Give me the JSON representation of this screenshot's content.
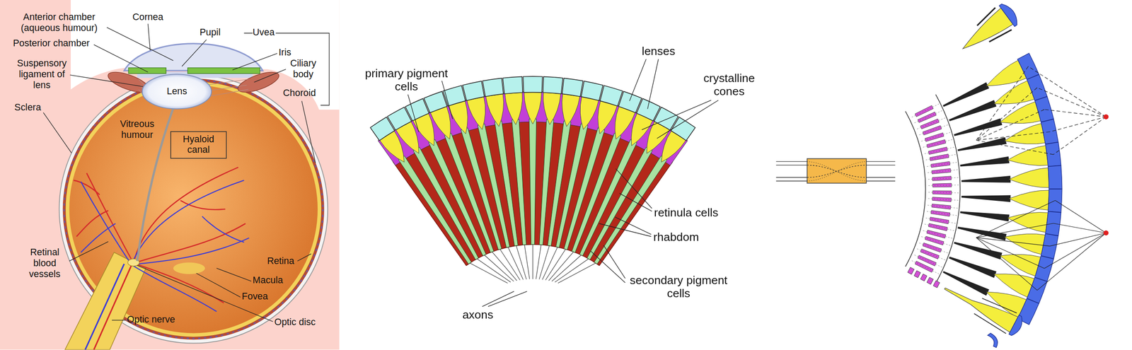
{
  "diagram": {
    "nodes": [
      {
        "text": [
          "Hyaloid canal"
        ]
      }
    ],
    "labels": [
      "Anterior chamber (aqueous humour)",
      "Cornea",
      "Pupil",
      "Uvea",
      "Posterior chamber",
      "Iris",
      "Suspensory ligament of lens",
      "Ciliary body",
      "Lens",
      "Choroid",
      "Sclera",
      "Vitreous humour",
      "Retinal blood vessels",
      "Retina",
      "Macula",
      "Fovea",
      "Optic nerve",
      "Optic disc",
      "primary pigment cells",
      "lenses",
      "crystalline cones",
      "retinula cells",
      "rhabdom",
      "secondary pigment cells",
      "axons"
    ]
  }
}
